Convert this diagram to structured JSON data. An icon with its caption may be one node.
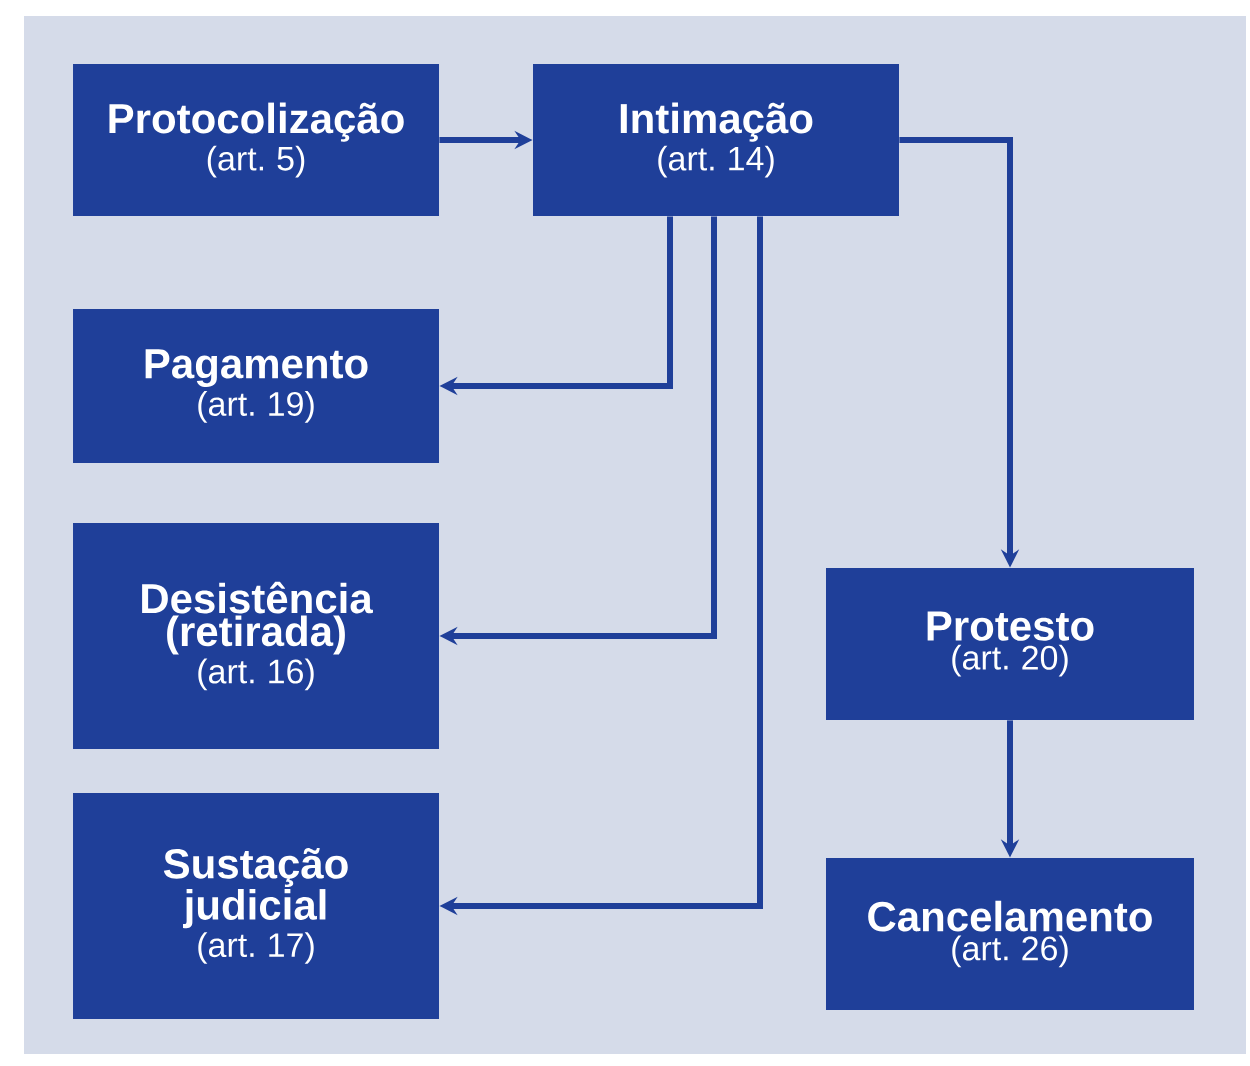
{
  "diagram": {
    "nodes": [
      {
        "text": [
          "Protocolização",
          "(art. 5)"
        ]
      },
      {
        "text": [
          "Intimação",
          "(art. 14)"
        ]
      },
      {
        "text": [
          "Pagamento",
          "(art. 19)"
        ]
      },
      {
        "text": [
          "Desistência (retirada)",
          "(art. 16)"
        ]
      },
      {
        "text": [
          "Sustação judicial",
          "(art. 17)"
        ]
      },
      {
        "text": [
          "Protesto",
          "(art. 20)"
        ]
      },
      {
        "text": [
          "Cancelamento",
          "(art. 26)"
        ]
      }
    ],
    "edges": [
      {
        "from": 0,
        "to": 1,
        "arrow": "to"
      },
      {
        "from": 1,
        "to": 2,
        "arrow": "to"
      },
      {
        "from": 1,
        "to": 3,
        "arrow": "to"
      },
      {
        "from": 1,
        "to": 4,
        "arrow": "to"
      },
      {
        "from": 1,
        "to": 5,
        "arrow": "to"
      },
      {
        "from": 5,
        "to": 6,
        "arrow": "to"
      }
    ]
  }
}
